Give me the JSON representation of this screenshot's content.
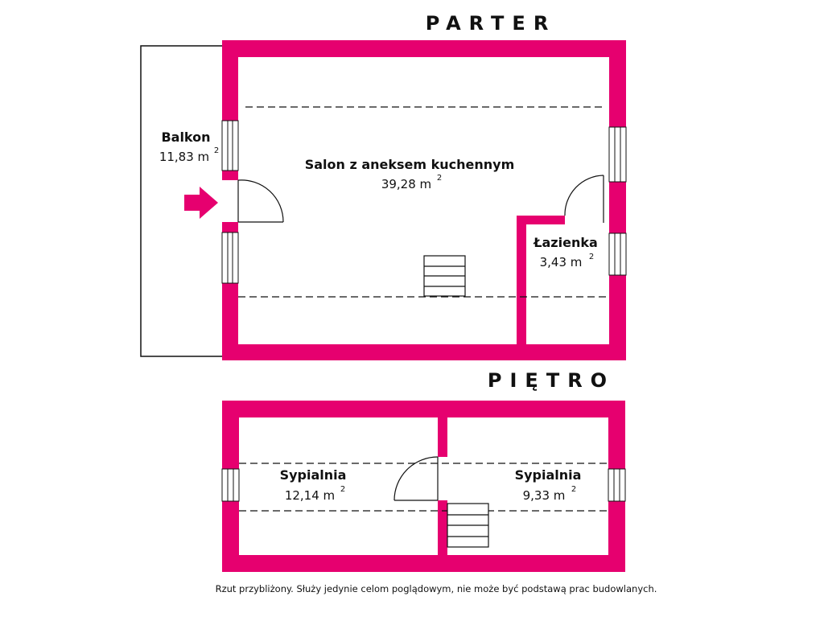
{
  "colors": {
    "wall": "#e6006f",
    "line": "#111111",
    "background": "#ffffff"
  },
  "floors": {
    "ground": {
      "title": "PARTER",
      "rooms": {
        "balcony": {
          "name": "Balkon",
          "area": "11,83 m",
          "sup": "2"
        },
        "living": {
          "name": "Salon z aneksem kuchennym",
          "area": "39,28 m",
          "sup": "2"
        },
        "bathroom": {
          "name": "Łazienka",
          "area": "3,43 m",
          "sup": "2"
        }
      }
    },
    "upper": {
      "title": "PIĘTRO",
      "rooms": {
        "bedroom_left": {
          "name": "Sypialnia",
          "area": "12,14 m",
          "sup": "2"
        },
        "bedroom_right": {
          "name": "Sypialnia",
          "area": "9,33 m",
          "sup": "2"
        }
      }
    }
  },
  "icons": {
    "entrance": "entrance-arrow-icon",
    "stairs": "stairs-icon",
    "door": "door-swing-icon",
    "window": "window-icon"
  },
  "disclaimer": "Rzut przybliżony. Służy jedynie celom poglądowym, nie może być podstawą prac budowlanych."
}
